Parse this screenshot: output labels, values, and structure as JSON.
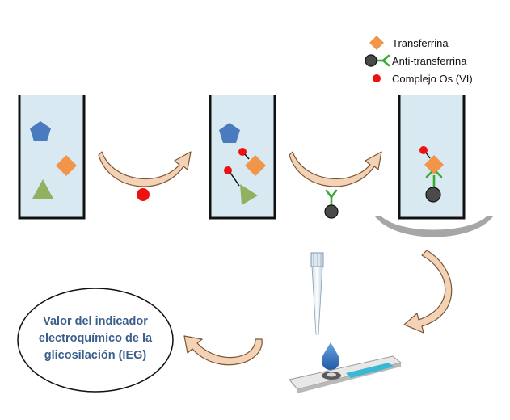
{
  "legend": {
    "transferrin": "Transferrina",
    "anti_transferrin": "Anti-transferrina",
    "os_complex": "Complejo Os (VI)"
  },
  "result": {
    "line1": "Valor del indicador",
    "line2": "electroquímico de la",
    "line3": "glicosilación (IEG)"
  },
  "colors": {
    "tube_fill": "#d9e9f1",
    "tube_wall": "#111111",
    "pentagon": "#4a7bbf",
    "diamond": "#f0954a",
    "triangle": "#93b060",
    "os_complex": "#ee1111",
    "antibody_arms": "#3aaa35",
    "antibody_bead": "#4a4a4a",
    "magnet": "#a6a6a6",
    "arrow_fill": "#f3d2b5",
    "arrow_stroke": "#7a5535",
    "result_text": "#3b5e8c",
    "strip_accent": "#38b8d3",
    "drop": "#2f6fb8"
  }
}
